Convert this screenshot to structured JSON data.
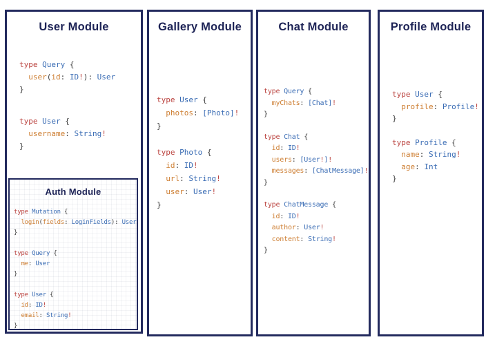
{
  "colors": {
    "navy_border": "#232a5e",
    "title_navy": "#1d2356",
    "keyword_red": "#bb4440",
    "type_blue": "#3a6cb4",
    "field_orange": "#cd7e32",
    "punctuation": "#3c3c3c"
  },
  "panels": {
    "user": {
      "title": "User Module",
      "blocks": [
        [
          [
            [
              "k",
              "type "
            ],
            [
              "t",
              "Query"
            ],
            [
              "p",
              " {"
            ]
          ],
          [
            [
              "p",
              "  "
            ],
            [
              "f",
              "user"
            ],
            [
              "p",
              "("
            ],
            [
              "f",
              "id"
            ],
            [
              "p",
              ": "
            ],
            [
              "t",
              "ID"
            ],
            [
              "k",
              "!"
            ],
            [
              "p",
              "): "
            ],
            [
              "t",
              "User"
            ]
          ],
          [
            [
              "p",
              "}"
            ]
          ]
        ],
        [
          [
            [
              "k",
              "type "
            ],
            [
              "t",
              "User"
            ],
            [
              "p",
              " {"
            ]
          ],
          [
            [
              "p",
              "  "
            ],
            [
              "f",
              "username"
            ],
            [
              "p",
              ": "
            ],
            [
              "t",
              "String"
            ],
            [
              "k",
              "!"
            ]
          ],
          [
            [
              "p",
              "}"
            ]
          ]
        ]
      ],
      "child": {
        "title": "Auth Module",
        "blocks": [
          [
            [
              [
                "k",
                "type "
              ],
              [
                "t",
                "Mutation"
              ],
              [
                "p",
                " {"
              ]
            ],
            [
              [
                "p",
                "  "
              ],
              [
                "f",
                "login"
              ],
              [
                "p",
                "("
              ],
              [
                "f",
                "fields"
              ],
              [
                "p",
                ": "
              ],
              [
                "t",
                "LoginFields"
              ],
              [
                "p",
                "): "
              ],
              [
                "t",
                "User"
              ]
            ],
            [
              [
                "p",
                "}"
              ]
            ]
          ],
          [
            [
              [
                "k",
                "type "
              ],
              [
                "t",
                "Query"
              ],
              [
                "p",
                " {"
              ]
            ],
            [
              [
                "p",
                "  "
              ],
              [
                "f",
                "me"
              ],
              [
                "p",
                ": "
              ],
              [
                "t",
                "User"
              ]
            ],
            [
              [
                "p",
                "}"
              ]
            ]
          ],
          [
            [
              [
                "k",
                "type "
              ],
              [
                "t",
                "User"
              ],
              [
                "p",
                " {"
              ]
            ],
            [
              [
                "p",
                "  "
              ],
              [
                "f",
                "id"
              ],
              [
                "p",
                ": "
              ],
              [
                "t",
                "ID"
              ],
              [
                "k",
                "!"
              ]
            ],
            [
              [
                "p",
                "  "
              ],
              [
                "f",
                "email"
              ],
              [
                "p",
                ": "
              ],
              [
                "t",
                "String"
              ],
              [
                "k",
                "!"
              ]
            ],
            [
              [
                "p",
                "}"
              ]
            ]
          ]
        ]
      }
    },
    "gallery": {
      "title": "Gallery Module",
      "blocks": [
        [
          [
            [
              "k",
              "type "
            ],
            [
              "t",
              "User"
            ],
            [
              "p",
              " {"
            ]
          ],
          [
            [
              "p",
              "  "
            ],
            [
              "f",
              "photos"
            ],
            [
              "p",
              ": "
            ],
            [
              "t",
              "[Photo]"
            ],
            [
              "k",
              "!"
            ]
          ],
          [
            [
              "p",
              "}"
            ]
          ]
        ],
        [
          [
            [
              "k",
              "type "
            ],
            [
              "t",
              "Photo"
            ],
            [
              "p",
              " {"
            ]
          ],
          [
            [
              "p",
              "  "
            ],
            [
              "f",
              "id"
            ],
            [
              "p",
              ": "
            ],
            [
              "t",
              "ID"
            ],
            [
              "k",
              "!"
            ]
          ],
          [
            [
              "p",
              "  "
            ],
            [
              "f",
              "url"
            ],
            [
              "p",
              ": "
            ],
            [
              "t",
              "String"
            ],
            [
              "k",
              "!"
            ]
          ],
          [
            [
              "p",
              "  "
            ],
            [
              "f",
              "user"
            ],
            [
              "p",
              ": "
            ],
            [
              "t",
              "User"
            ],
            [
              "k",
              "!"
            ]
          ],
          [
            [
              "p",
              "}"
            ]
          ]
        ]
      ]
    },
    "chat": {
      "title": "Chat Module",
      "blocks": [
        [
          [
            [
              "k",
              "type "
            ],
            [
              "t",
              "Query"
            ],
            [
              "p",
              " {"
            ]
          ],
          [
            [
              "p",
              "  "
            ],
            [
              "f",
              "myChats"
            ],
            [
              "p",
              ": "
            ],
            [
              "t",
              "[Chat]"
            ],
            [
              "k",
              "!"
            ]
          ],
          [
            [
              "p",
              "}"
            ]
          ]
        ],
        [
          [
            [
              "k",
              "type "
            ],
            [
              "t",
              "Chat"
            ],
            [
              "p",
              " {"
            ]
          ],
          [
            [
              "p",
              "  "
            ],
            [
              "f",
              "id"
            ],
            [
              "p",
              ": "
            ],
            [
              "t",
              "ID"
            ],
            [
              "k",
              "!"
            ]
          ],
          [
            [
              "p",
              "  "
            ],
            [
              "f",
              "users"
            ],
            [
              "p",
              ": "
            ],
            [
              "t",
              "[User"
            ],
            [
              "k",
              "!"
            ],
            [
              "t",
              "]"
            ],
            [
              "k",
              "!"
            ]
          ],
          [
            [
              "p",
              "  "
            ],
            [
              "f",
              "messages"
            ],
            [
              "p",
              ": "
            ],
            [
              "t",
              "[ChatMessage]"
            ],
            [
              "k",
              "!"
            ]
          ],
          [
            [
              "p",
              "}"
            ]
          ]
        ],
        [
          [
            [
              "k",
              "type "
            ],
            [
              "t",
              "ChatMessage"
            ],
            [
              "p",
              " {"
            ]
          ],
          [
            [
              "p",
              "  "
            ],
            [
              "f",
              "id"
            ],
            [
              "p",
              ": "
            ],
            [
              "t",
              "ID"
            ],
            [
              "k",
              "!"
            ]
          ],
          [
            [
              "p",
              "  "
            ],
            [
              "f",
              "author"
            ],
            [
              "p",
              ": "
            ],
            [
              "t",
              "User"
            ],
            [
              "k",
              "!"
            ]
          ],
          [
            [
              "p",
              "  "
            ],
            [
              "f",
              "content"
            ],
            [
              "p",
              ": "
            ],
            [
              "t",
              "String"
            ],
            [
              "k",
              "!"
            ]
          ],
          [
            [
              "p",
              "}"
            ]
          ]
        ]
      ]
    },
    "profile": {
      "title": "Profile Module",
      "blocks": [
        [
          [
            [
              "k",
              "type "
            ],
            [
              "t",
              "User"
            ],
            [
              "p",
              " {"
            ]
          ],
          [
            [
              "p",
              "  "
            ],
            [
              "f",
              "profile"
            ],
            [
              "p",
              ": "
            ],
            [
              "t",
              "Profile"
            ],
            [
              "k",
              "!"
            ]
          ],
          [
            [
              "p",
              "}"
            ]
          ]
        ],
        [
          [
            [
              "k",
              "type "
            ],
            [
              "t",
              "Profile"
            ],
            [
              "p",
              " {"
            ]
          ],
          [
            [
              "p",
              "  "
            ],
            [
              "f",
              "name"
            ],
            [
              "p",
              ": "
            ],
            [
              "t",
              "String"
            ],
            [
              "k",
              "!"
            ]
          ],
          [
            [
              "p",
              "  "
            ],
            [
              "f",
              "age"
            ],
            [
              "p",
              ": "
            ],
            [
              "t",
              "Int"
            ]
          ],
          [
            [
              "p",
              "}"
            ]
          ]
        ]
      ]
    }
  }
}
